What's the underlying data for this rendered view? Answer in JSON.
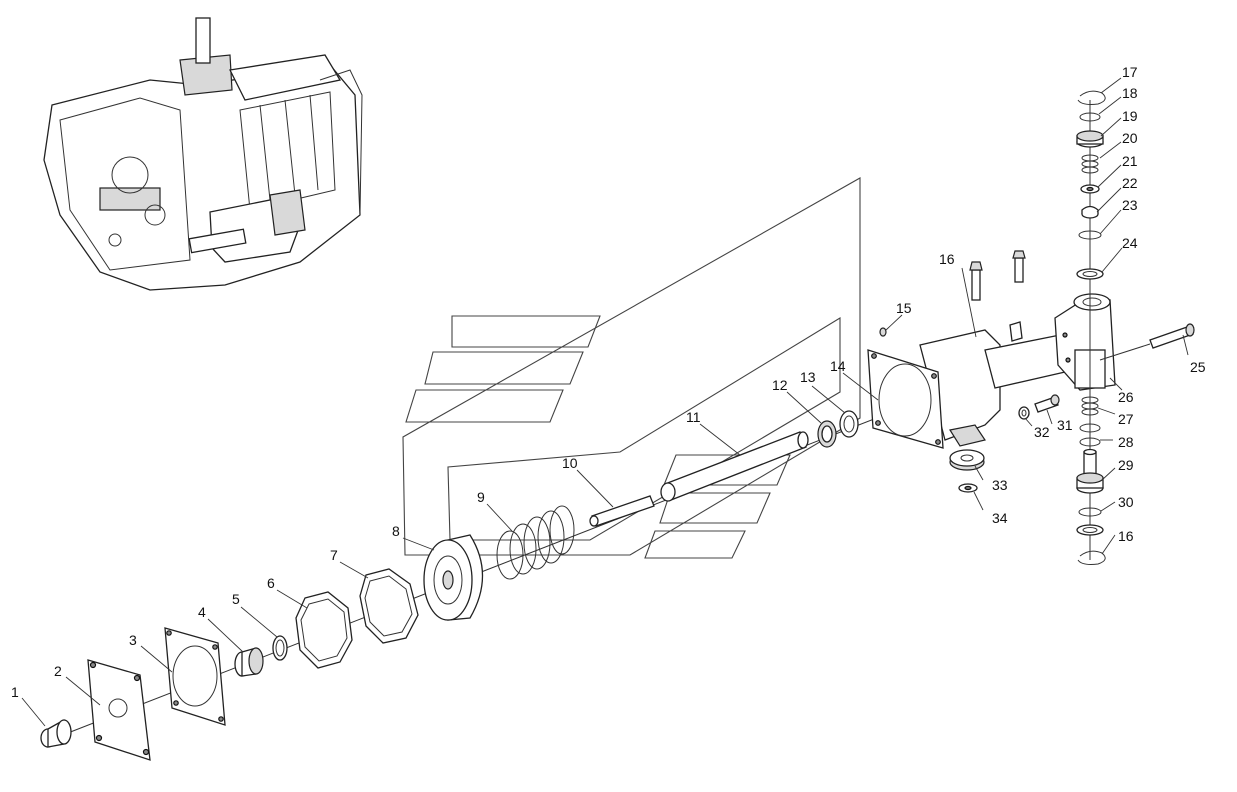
{
  "callouts": [
    {
      "id": "1",
      "text": "1"
    },
    {
      "id": "2",
      "text": "2"
    },
    {
      "id": "3",
      "text": "3"
    },
    {
      "id": "4",
      "text": "4"
    },
    {
      "id": "5",
      "text": "5"
    },
    {
      "id": "6",
      "text": "6"
    },
    {
      "id": "7",
      "text": "7"
    },
    {
      "id": "8",
      "text": "8"
    },
    {
      "id": "9",
      "text": "9"
    },
    {
      "id": "10",
      "text": "10"
    },
    {
      "id": "11",
      "text": "11"
    },
    {
      "id": "12",
      "text": "12"
    },
    {
      "id": "13",
      "text": "13"
    },
    {
      "id": "14",
      "text": "14"
    },
    {
      "id": "15",
      "text": "15"
    },
    {
      "id": "16a",
      "text": "16"
    },
    {
      "id": "16b",
      "text": "16"
    },
    {
      "id": "17",
      "text": "17"
    },
    {
      "id": "18",
      "text": "18"
    },
    {
      "id": "19",
      "text": "19"
    },
    {
      "id": "20",
      "text": "20"
    },
    {
      "id": "21",
      "text": "21"
    },
    {
      "id": "22",
      "text": "22"
    },
    {
      "id": "23",
      "text": "23"
    },
    {
      "id": "24",
      "text": "24"
    },
    {
      "id": "25",
      "text": "25"
    },
    {
      "id": "26",
      "text": "26"
    },
    {
      "id": "27",
      "text": "27"
    },
    {
      "id": "28",
      "text": "28"
    },
    {
      "id": "29",
      "text": "29"
    },
    {
      "id": "30",
      "text": "30"
    },
    {
      "id": "31",
      "text": "31"
    },
    {
      "id": "32",
      "text": "32"
    },
    {
      "id": "33",
      "text": "33"
    },
    {
      "id": "34",
      "text": "34"
    }
  ]
}
